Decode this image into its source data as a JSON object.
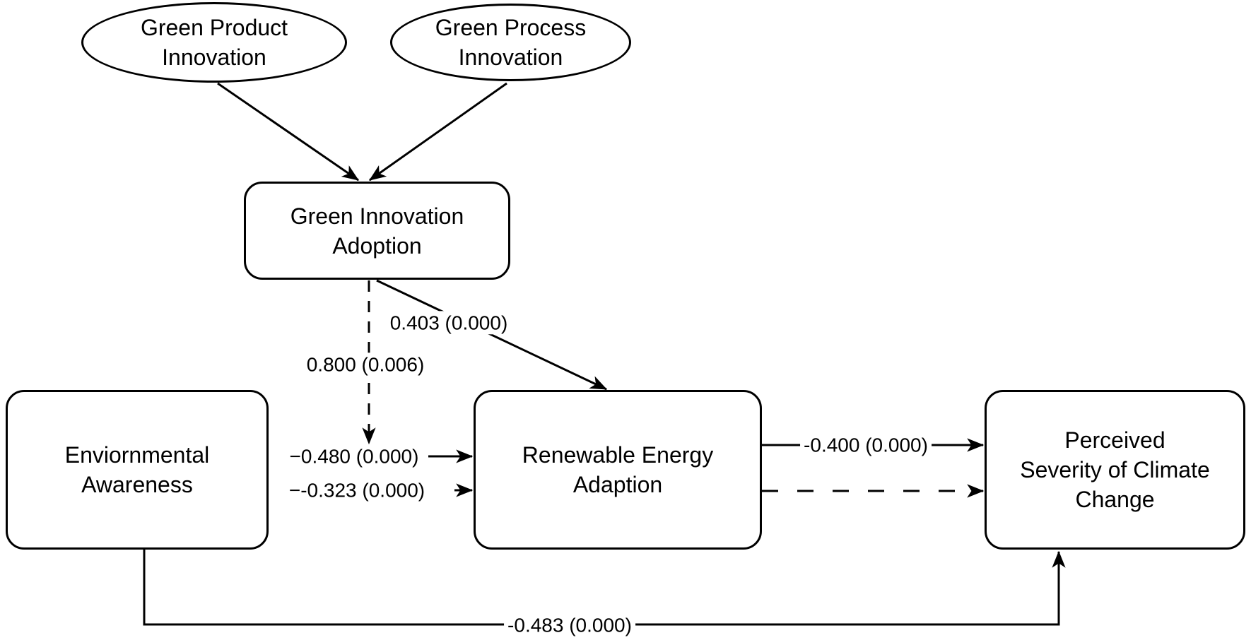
{
  "diagram": {
    "type": "sem-path-model",
    "background_color": "#ffffff",
    "stroke_color": "#000000",
    "nodes": [
      {
        "id": "green-product-innovation",
        "shape": "ellipse",
        "label": [
          "Green Product",
          "Innovation"
        ]
      },
      {
        "id": "green-process-innovation",
        "shape": "ellipse",
        "label": [
          "Green Process",
          "Innovation"
        ]
      },
      {
        "id": "green-innovation-adoption",
        "shape": "rounded-rect",
        "label": [
          "Green Innovation",
          "Adoption"
        ]
      },
      {
        "id": "enviornmental-awareness",
        "shape": "rounded-rect",
        "label": [
          "Enviornmental",
          "Awareness"
        ]
      },
      {
        "id": "renewable-energy-adaption",
        "shape": "rounded-rect",
        "label": [
          "Renewable Energy",
          "Adaption"
        ]
      },
      {
        "id": "perceived-severity-of-climate-change",
        "shape": "rounded-rect",
        "label": [
          "Perceived",
          "Severity of Climate",
          "Change"
        ]
      }
    ],
    "edges": [
      {
        "from": "green-product-innovation",
        "to": "green-innovation-adoption",
        "style": "solid",
        "label": ""
      },
      {
        "from": "green-process-innovation",
        "to": "green-innovation-adoption",
        "style": "solid",
        "label": ""
      },
      {
        "from": "green-innovation-adoption",
        "to": "renewable-energy-adaption",
        "style": "solid",
        "label": "0.403 (0.000)"
      },
      {
        "from": "green-innovation-adoption",
        "to": "enviornmental-awareness-to-renewable-path",
        "style": "dashed",
        "label": "0.800 (0.006)"
      },
      {
        "from": "enviornmental-awareness",
        "to": "renewable-energy-adaption",
        "style": "solid",
        "label": "−0.480 (0.000)"
      },
      {
        "from": "enviornmental-awareness",
        "to": "renewable-energy-adaption",
        "style": "solid",
        "label": "−-0.323 (0.000)"
      },
      {
        "from": "renewable-energy-adaption",
        "to": "perceived-severity-of-climate-change",
        "style": "solid",
        "label": "-0.400 (0.000)"
      },
      {
        "from": "renewable-energy-adaption",
        "to": "perceived-severity-of-climate-change",
        "style": "dashed",
        "label": ""
      },
      {
        "from": "enviornmental-awareness",
        "to": "perceived-severity-of-climate-change",
        "style": "solid",
        "label": "-0.483 (0.000)"
      }
    ]
  }
}
